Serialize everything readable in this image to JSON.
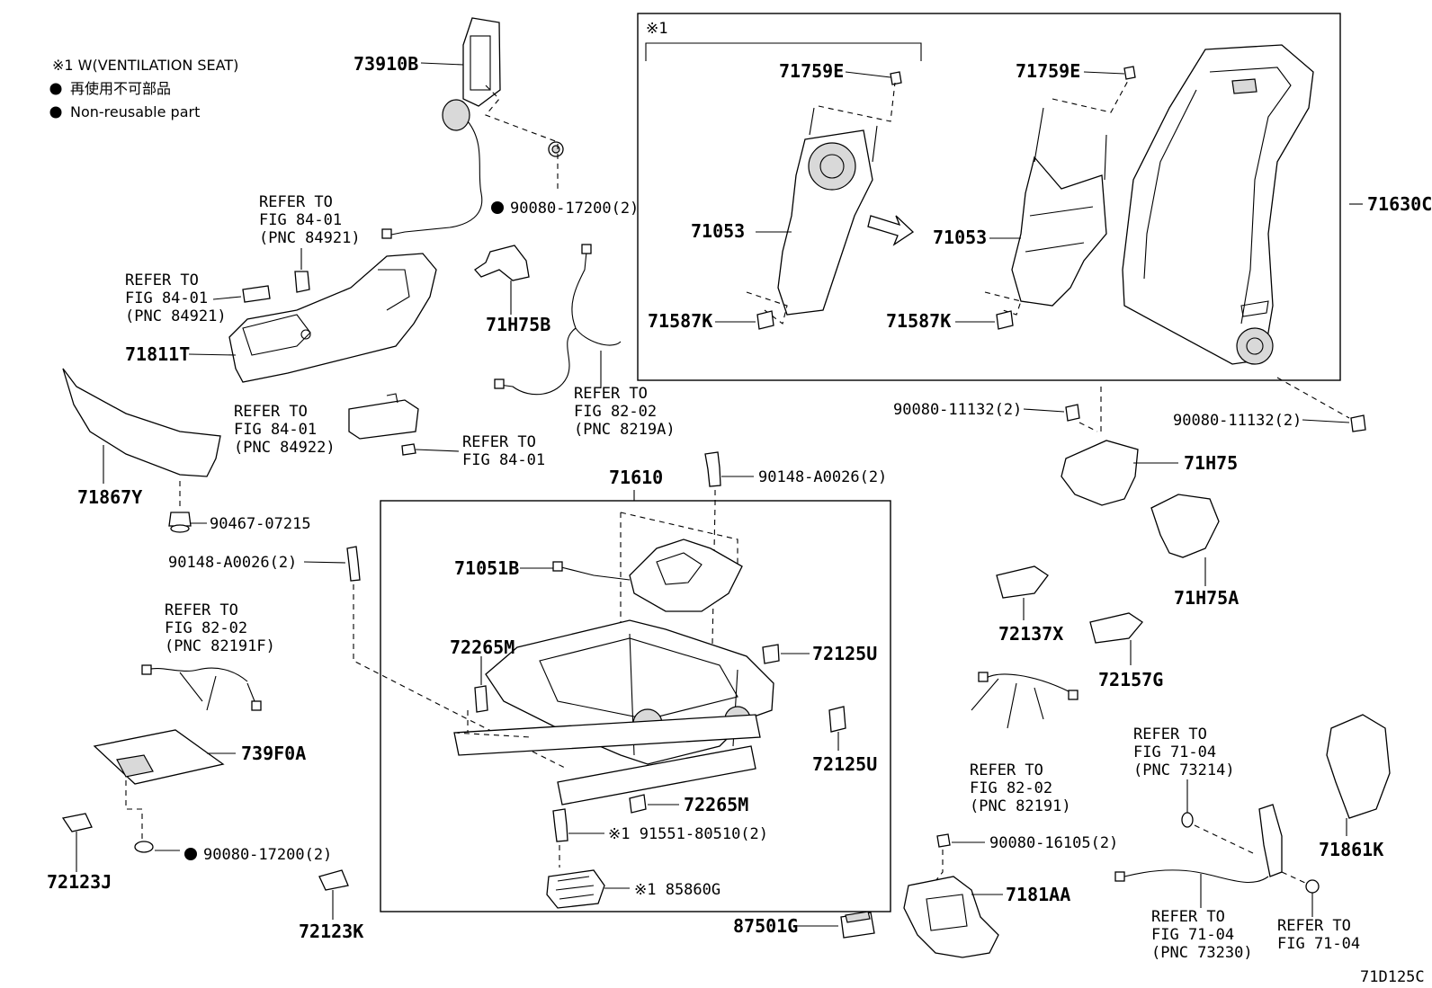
{
  "legend": {
    "note1": "※1 W(VENTILATION SEAT)",
    "note2": "再使用不可部品",
    "note3": "Non-reusable part"
  },
  "box1_marker": "※1",
  "footer_code": "71D125C",
  "labels": {
    "p73910B": "73910B",
    "p90080_17200_top": "90080-17200(2)",
    "ref_84921a_1": "REFER TO",
    "ref_84921a_2": "FIG 84-01",
    "ref_84921a_3": "(PNC 84921)",
    "ref_84921b_1": "REFER TO",
    "ref_84921b_2": "FIG 84-01",
    "ref_84921b_3": "(PNC 84921)",
    "p71811T": "71811T",
    "p71867Y": "71867Y",
    "ref_84922_1": "REFER TO",
    "ref_84922_2": "FIG 84-01",
    "ref_84922_3": "(PNC 84922)",
    "ref_8401_1": "REFER TO",
    "ref_8401_2": "FIG 84-01",
    "p71H75B": "71H75B",
    "ref_8219A_1": "REFER TO",
    "ref_8219A_2": "FIG 82-02",
    "ref_8219A_3": "(PNC 8219A)",
    "p71759E_a": "71759E",
    "p71759E_b": "71759E",
    "p71053_a": "71053",
    "p71053_b": "71053",
    "p71587K_a": "71587K",
    "p71587K_b": "71587K",
    "p71630C": "71630C",
    "p90080_11132_a": "90080-11132(2)",
    "p90080_11132_b": "90080-11132(2)",
    "p71H75": "71H75",
    "p71H75A": "71H75A",
    "p90467": "90467-07215",
    "p90148_a": "90148-A0026(2)",
    "p90148_b": "90148-A0026(2)",
    "p71610": "71610",
    "p71051B": "71051B",
    "p72265M_a": "72265M",
    "p72265M_b": "72265M",
    "p72125U_a": "72125U",
    "p72125U_b": "72125U",
    "ref_82191F_1": "REFER TO",
    "ref_82191F_2": "FIG 82-02",
    "ref_82191F_3": "(PNC 82191F)",
    "p739F0A": "739F0A",
    "p72123J": "72123J",
    "p90080_17200_bot": "90080-17200(2)",
    "p72123K": "72123K",
    "p91551": "※1 91551-80510(2)",
    "p85860G": "※1 85860G",
    "p72137X": "72137X",
    "p72157G": "72157G",
    "ref_82191_1": "REFER TO",
    "ref_82191_2": "FIG 82-02",
    "ref_82191_3": "(PNC 82191)",
    "p90080_16105": "90080-16105(2)",
    "p7181AA": "7181AA",
    "p87501G": "87501G",
    "ref_73214_1": "REFER TO",
    "ref_73214_2": "FIG 71-04",
    "ref_73214_3": "(PNC 73214)",
    "p71861K": "71861K",
    "ref_73230_1": "REFER TO",
    "ref_73230_2": "FIG 71-04",
    "ref_73230_3": "(PNC 73230)",
    "ref_7104_1": "REFER TO",
    "ref_7104_2": "FIG 71-04"
  }
}
